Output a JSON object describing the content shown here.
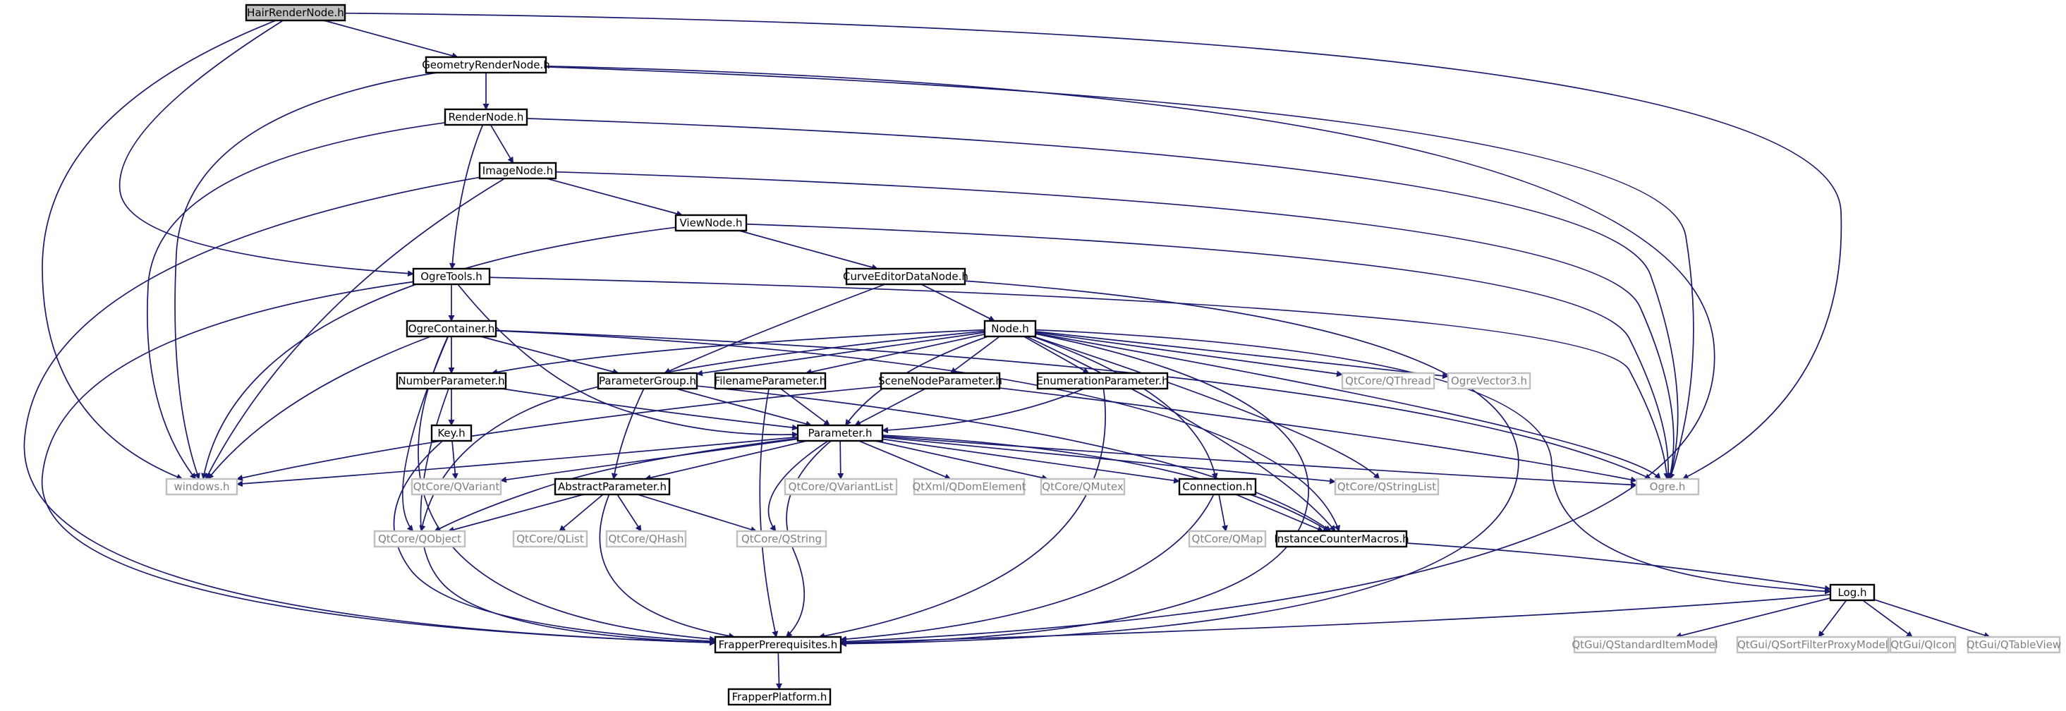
{
  "graph": {
    "colors": {
      "edge": "#191970",
      "node_border": "#000000",
      "root_fill": "#bfbfbf",
      "system_header_border": "#bfbfbf",
      "system_header_text": "#808080",
      "text": "#000000",
      "background": "#ffffff"
    },
    "nodes": [
      {
        "id": "hairrendernode",
        "label": "HairRenderNode.h",
        "kind": "root"
      },
      {
        "id": "geometryrendernode",
        "label": "GeometryRenderNode.h",
        "kind": "project"
      },
      {
        "id": "rendernode",
        "label": "RenderNode.h",
        "kind": "project"
      },
      {
        "id": "imagenode",
        "label": "ImageNode.h",
        "kind": "project"
      },
      {
        "id": "viewnode",
        "label": "ViewNode.h",
        "kind": "project"
      },
      {
        "id": "ogretools",
        "label": "OgreTools.h",
        "kind": "project"
      },
      {
        "id": "curveeditordatanode",
        "label": "CurveEditorDataNode.h",
        "kind": "project"
      },
      {
        "id": "ogrecontainer",
        "label": "OgreContainer.h",
        "kind": "project"
      },
      {
        "id": "node",
        "label": "Node.h",
        "kind": "project"
      },
      {
        "id": "numberparameter",
        "label": "NumberParameter.h",
        "kind": "project"
      },
      {
        "id": "parametergroup",
        "label": "ParameterGroup.h",
        "kind": "project"
      },
      {
        "id": "filenameparameter",
        "label": "FilenameParameter.h",
        "kind": "project"
      },
      {
        "id": "scenenodeparameter",
        "label": "SceneNodeParameter.h",
        "kind": "project"
      },
      {
        "id": "enumerationparameter",
        "label": "EnumerationParameter.h",
        "kind": "project"
      },
      {
        "id": "qthread",
        "label": "QtCore/QThread",
        "kind": "system"
      },
      {
        "id": "ogrevector3",
        "label": "OgreVector3.h",
        "kind": "system"
      },
      {
        "id": "key",
        "label": "Key.h",
        "kind": "project"
      },
      {
        "id": "parameter",
        "label": "Parameter.h",
        "kind": "project"
      },
      {
        "id": "windows",
        "label": "windows.h",
        "kind": "system"
      },
      {
        "id": "qvariant",
        "label": "QtCore/QVariant",
        "kind": "system"
      },
      {
        "id": "abstractparameter",
        "label": "AbstractParameter.h",
        "kind": "project"
      },
      {
        "id": "qvariantlist",
        "label": "QtCore/QVariantList",
        "kind": "system"
      },
      {
        "id": "qdomelement",
        "label": "QtXml/QDomElement",
        "kind": "system"
      },
      {
        "id": "qmutex",
        "label": "QtCore/QMutex",
        "kind": "system"
      },
      {
        "id": "connection",
        "label": "Connection.h",
        "kind": "project"
      },
      {
        "id": "qstringlist",
        "label": "QtCore/QStringList",
        "kind": "system"
      },
      {
        "id": "ogre",
        "label": "Ogre.h",
        "kind": "system"
      },
      {
        "id": "qobject",
        "label": "QtCore/QObject",
        "kind": "system"
      },
      {
        "id": "qlist",
        "label": "QtCore/QList",
        "kind": "system"
      },
      {
        "id": "qhash",
        "label": "QtCore/QHash",
        "kind": "system"
      },
      {
        "id": "qstring",
        "label": "QtCore/QString",
        "kind": "system"
      },
      {
        "id": "qmap",
        "label": "QtCore/QMap",
        "kind": "system"
      },
      {
        "id": "instancecountermacros",
        "label": "InstanceCounterMacros.h",
        "kind": "project"
      },
      {
        "id": "log",
        "label": "Log.h",
        "kind": "project"
      },
      {
        "id": "frapperprerequisites",
        "label": "FrapperPrerequisites.h",
        "kind": "project"
      },
      {
        "id": "qstandarditemmodel",
        "label": "QtGui/QStandardItemModel",
        "kind": "system"
      },
      {
        "id": "qsortfilterproxymodel",
        "label": "QtGui/QSortFilterProxyModel",
        "kind": "system"
      },
      {
        "id": "qicon",
        "label": "QtGui/QIcon",
        "kind": "system"
      },
      {
        "id": "qtableview",
        "label": "QtGui/QTableView",
        "kind": "system"
      },
      {
        "id": "frapperplatform",
        "label": "FrapperPlatform.h",
        "kind": "project"
      }
    ]
  }
}
